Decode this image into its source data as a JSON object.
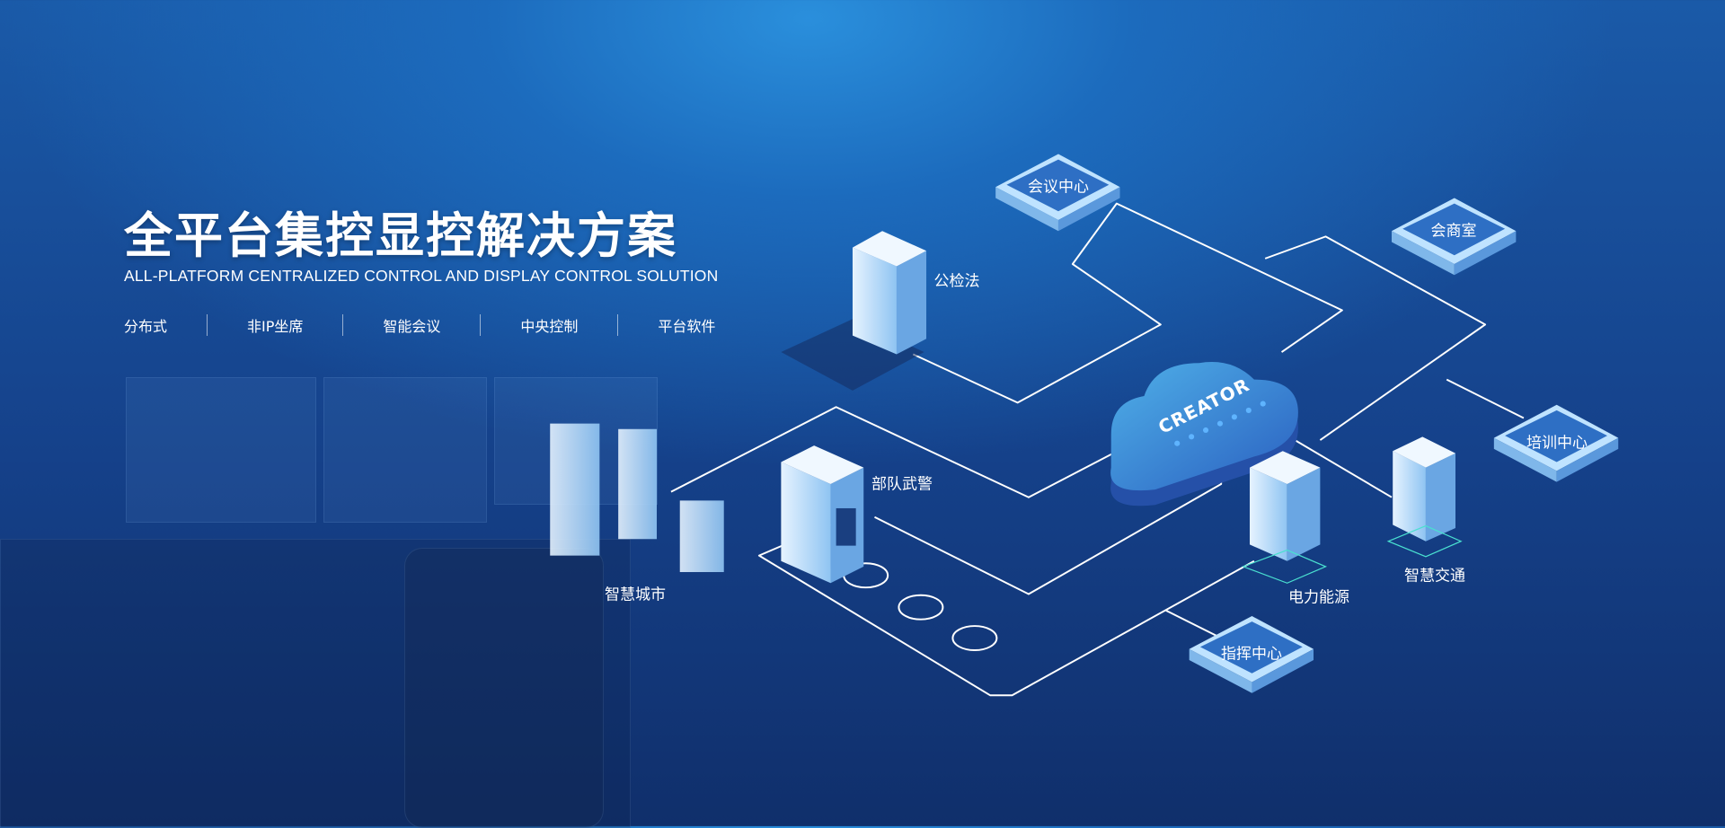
{
  "hero": {
    "title": "全平台集控显控解决方案",
    "subtitle": "ALL-PLATFORM CENTRALIZED CONTROL AND DISPLAY CONTROL SOLUTION",
    "tags": [
      "分布式",
      "非IP坐席",
      "智能会议",
      "中央控制",
      "平台软件"
    ]
  },
  "diagram": {
    "cloud_label": "CREATOR",
    "tiles": [
      "会议中心",
      "会商室",
      "培训中心",
      "指挥中心"
    ],
    "nodes": [
      "公检法",
      "部队武警",
      "智慧城市",
      "电力能源",
      "智慧交通"
    ]
  },
  "colors": {
    "accent": "#4aa8ff",
    "tile_fill": "#2e6fc4",
    "tile_border": "#bfe3ff",
    "line": "#ffffff"
  }
}
